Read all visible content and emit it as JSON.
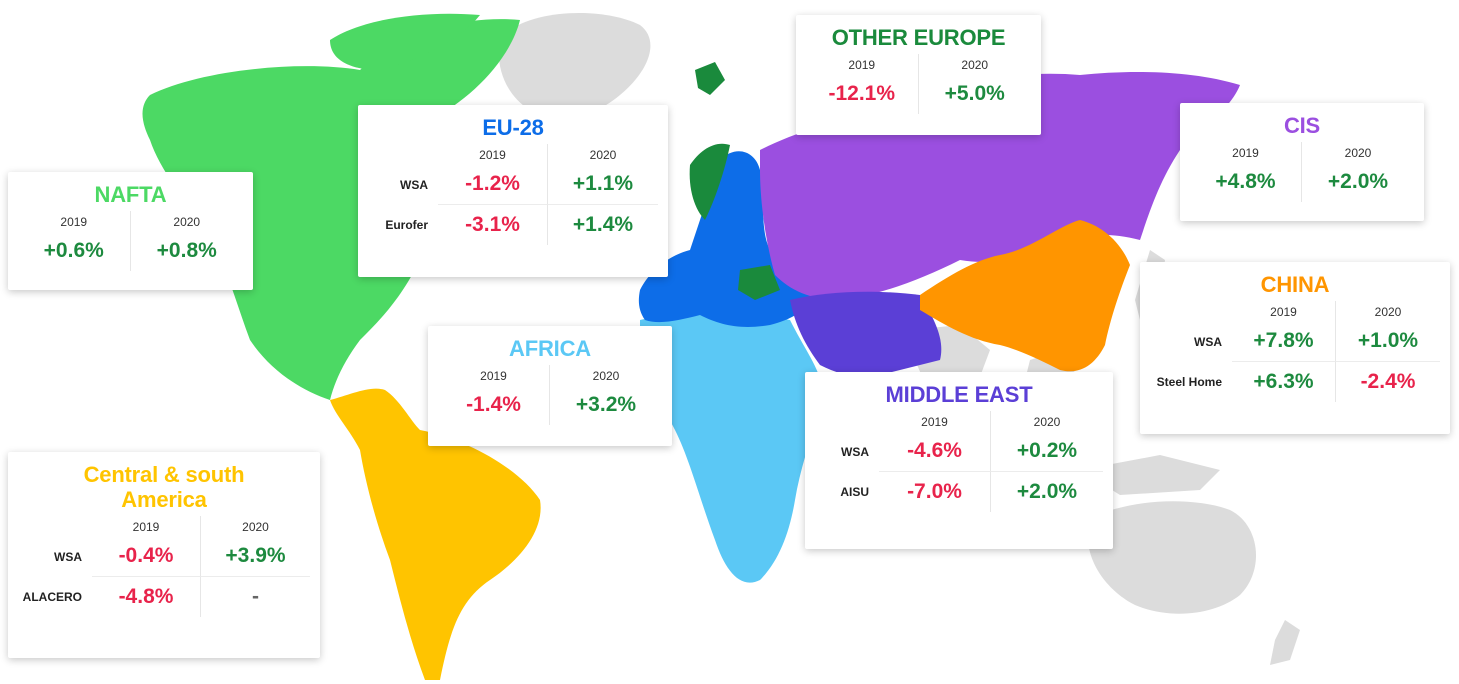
{
  "colors": {
    "nafta": "#4cd964",
    "central_south_america": "#ffc400",
    "eu28": "#0d6de8",
    "other_europe": "#1a8a3c",
    "africa": "#5bc8f5",
    "cis": "#9b4fe0",
    "middle_east": "#5b3fd6",
    "china": "#ff9500",
    "rest_of_world": "#dcdcdc",
    "positive": "#1d8a3f",
    "negative": "#e8234b"
  },
  "regions": {
    "nafta": {
      "title": "NAFTA",
      "col1": "2019",
      "col2": "2020",
      "rows": [
        {
          "source": "",
          "v2019": "+0.6%",
          "v2020": "+0.8%"
        }
      ]
    },
    "eu28": {
      "title": "EU-28",
      "col1": "2019",
      "col2": "2020",
      "rows": [
        {
          "source": "WSA",
          "v2019": "-1.2%",
          "v2020": "+1.1%"
        },
        {
          "source": "Eurofer",
          "v2019": "-3.1%",
          "v2020": "+1.4%"
        }
      ]
    },
    "other_europe": {
      "title": "OTHER EUROPE",
      "col1": "2019",
      "col2": "2020",
      "rows": [
        {
          "source": "",
          "v2019": "-12.1%",
          "v2020": "+5.0%"
        }
      ]
    },
    "cis": {
      "title": "CIS",
      "col1": "2019",
      "col2": "2020",
      "rows": [
        {
          "source": "",
          "v2019": "+4.8%",
          "v2020": "+2.0%"
        }
      ]
    },
    "china": {
      "title": "CHINA",
      "col1": "2019",
      "col2": "2020",
      "rows": [
        {
          "source": "WSA",
          "v2019": "+7.8%",
          "v2020": "+1.0%"
        },
        {
          "source": "Steel Home",
          "v2019": "+6.3%",
          "v2020": "-2.4%"
        }
      ]
    },
    "africa": {
      "title": "AFRICA",
      "col1": "2019",
      "col2": "2020",
      "rows": [
        {
          "source": "",
          "v2019": "-1.4%",
          "v2020": "+3.2%"
        }
      ]
    },
    "middle_east": {
      "title": "MIDDLE EAST",
      "col1": "2019",
      "col2": "2020",
      "rows": [
        {
          "source": "WSA",
          "v2019": "-4.6%",
          "v2020": "+0.2%"
        },
        {
          "source": "AISU",
          "v2019": "-7.0%",
          "v2020": "+2.0%"
        }
      ]
    },
    "central_south_america": {
      "title": "Central & south America",
      "col1": "2019",
      "col2": "2020",
      "rows": [
        {
          "source": "WSA",
          "v2019": "-0.4%",
          "v2020": "+3.9%"
        },
        {
          "source": "ALACERO",
          "v2019": "-4.8%",
          "v2020": "-"
        }
      ]
    }
  }
}
